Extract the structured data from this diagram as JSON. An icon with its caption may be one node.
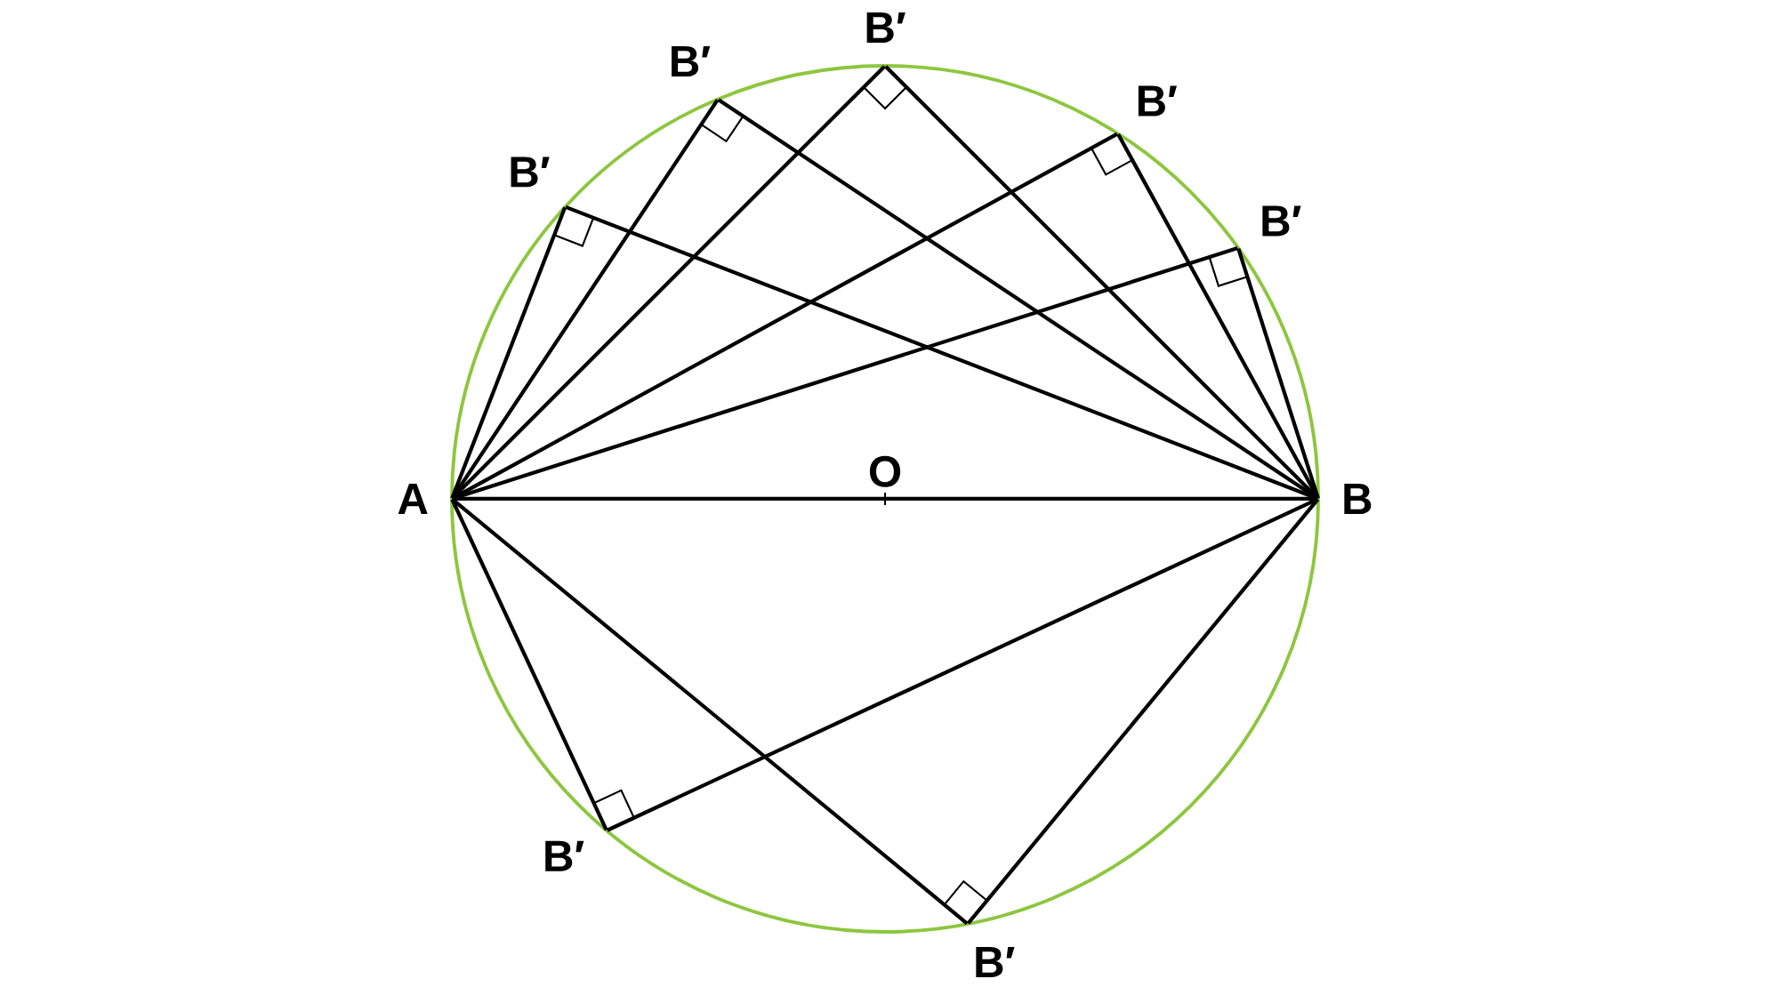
{
  "diagram": {
    "nodes": [
      {
        "text": [
          "A"
        ]
      },
      {
        "text": [
          "B"
        ]
      },
      {
        "text": [
          "B′"
        ]
      },
      {
        "text": [
          "B′"
        ]
      },
      {
        "text": [
          "B′"
        ]
      },
      {
        "text": [
          "B′"
        ]
      },
      {
        "text": [
          "B′"
        ]
      },
      {
        "text": [
          "B′"
        ]
      },
      {
        "text": [
          "B′"
        ]
      }
    ],
    "edges": [
      {
        "from": 0,
        "to": 1,
        "arrow": "none"
      },
      {
        "from": 0,
        "to": 2,
        "arrow": "none"
      },
      {
        "from": 2,
        "to": 1,
        "arrow": "none"
      },
      {
        "from": 0,
        "to": 3,
        "arrow": "none"
      },
      {
        "from": 3,
        "to": 1,
        "arrow": "none"
      },
      {
        "from": 0,
        "to": 4,
        "arrow": "none"
      },
      {
        "from": 4,
        "to": 1,
        "arrow": "none"
      },
      {
        "from": 0,
        "to": 5,
        "arrow": "none"
      },
      {
        "from": 5,
        "to": 1,
        "arrow": "none"
      },
      {
        "from": 0,
        "to": 6,
        "arrow": "none"
      },
      {
        "from": 6,
        "to": 1,
        "arrow": "none"
      },
      {
        "from": 0,
        "to": 7,
        "arrow": "none"
      },
      {
        "from": 7,
        "to": 1,
        "arrow": "none"
      },
      {
        "from": 0,
        "to": 8,
        "arrow": "none"
      },
      {
        "from": 8,
        "to": 1,
        "arrow": "none"
      }
    ],
    "labels": [
      "O"
    ]
  }
}
